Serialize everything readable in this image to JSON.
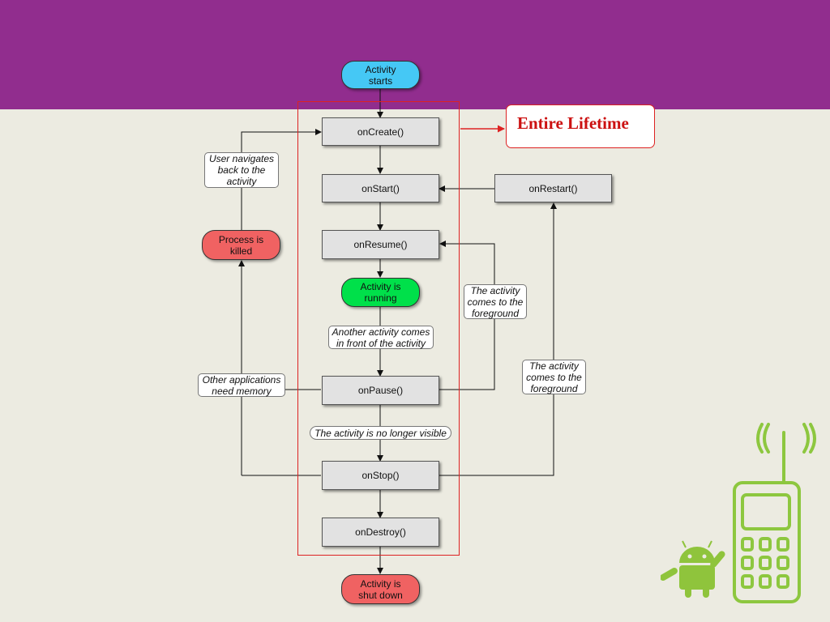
{
  "title_callout": "Entire Lifetime",
  "nodes": {
    "activity_starts": "Activity\nstarts",
    "on_create": "onCreate()",
    "on_start": "onStart()",
    "on_restart": "onRestart()",
    "on_resume": "onResume()",
    "activity_running": "Activity is\nrunning",
    "on_pause": "onPause()",
    "on_stop": "onStop()",
    "on_destroy": "onDestroy()",
    "process_killed": "Process is\nkilled",
    "activity_shut_down": "Activity is\nshut down"
  },
  "notes": {
    "user_navigates_back": "User navigates\nback to the\nactivity",
    "comes_to_foreground_1": "The activity\ncomes to the\nforeground",
    "comes_to_foreground_2": "The activity\ncomes to the\nforeground",
    "another_activity": "Another activity comes\nin front of the activity",
    "other_apps_memory": "Other applications\nneed memory",
    "no_longer_visible": "The activity is no longer visible"
  },
  "colors": {
    "banner": "#912d8e",
    "background": "#ecebe1",
    "start_node": "#45c8f5",
    "running_node": "#00e04a",
    "killed_node": "#f06262",
    "lifetime_border": "#dd2222",
    "phone_green": "#8dc73f",
    "android_green": "#8fc43c"
  },
  "decorations": {
    "phone_icon": "mobile-phone-icon",
    "android_icon": "android-robot-icon"
  }
}
